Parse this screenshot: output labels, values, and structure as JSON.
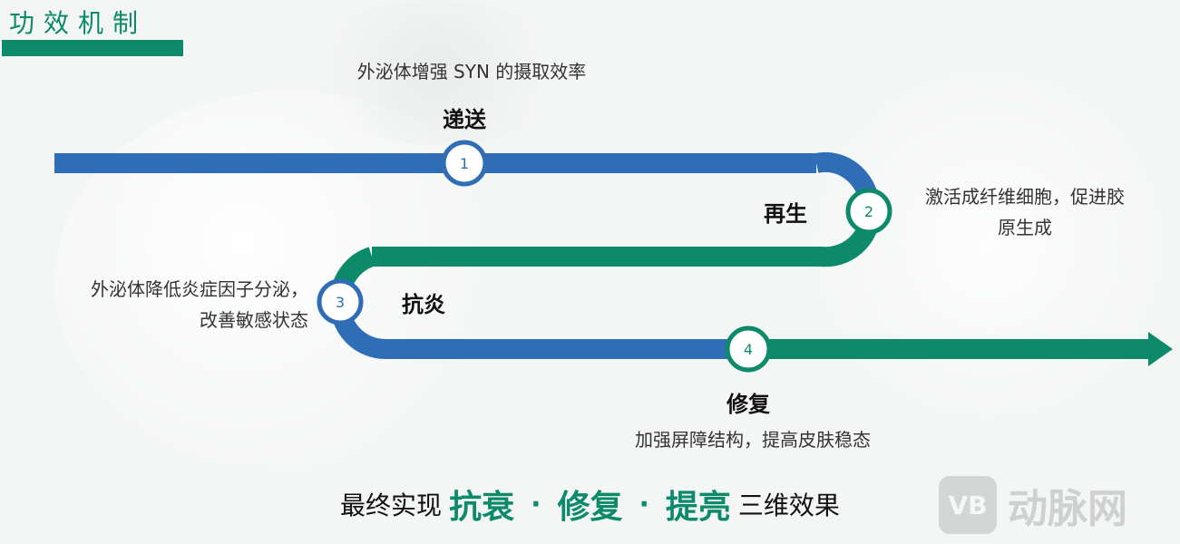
{
  "title": "功效机制",
  "colors": {
    "blue": "#2f6db6",
    "green": "#0c8a6a"
  },
  "steps": [
    {
      "num": "1",
      "label": "递送",
      "desc": [
        "外泌体增强 SYN 的摄取效率"
      ],
      "color": "#2f6db6"
    },
    {
      "num": "2",
      "label": "再生",
      "desc": [
        "激活成纤维细胞，促进胶",
        "原生成"
      ],
      "color": "#0c8a6a"
    },
    {
      "num": "3",
      "label": "抗炎",
      "desc": [
        "外泌体降低炎症因子分泌，",
        "改善敏感状态"
      ],
      "color": "#2f6db6"
    },
    {
      "num": "4",
      "label": "修复",
      "desc": [
        "加强屏障结构，提高皮肤稳态"
      ],
      "color": "#0c8a6a"
    }
  ],
  "summary": {
    "prefix": "最终实现",
    "h1": "抗衰",
    "sep": "·",
    "h2": "修复",
    "h3": "提亮",
    "suffix": "三维效果"
  },
  "watermark": {
    "logo": "VB",
    "text": "动脉网"
  }
}
